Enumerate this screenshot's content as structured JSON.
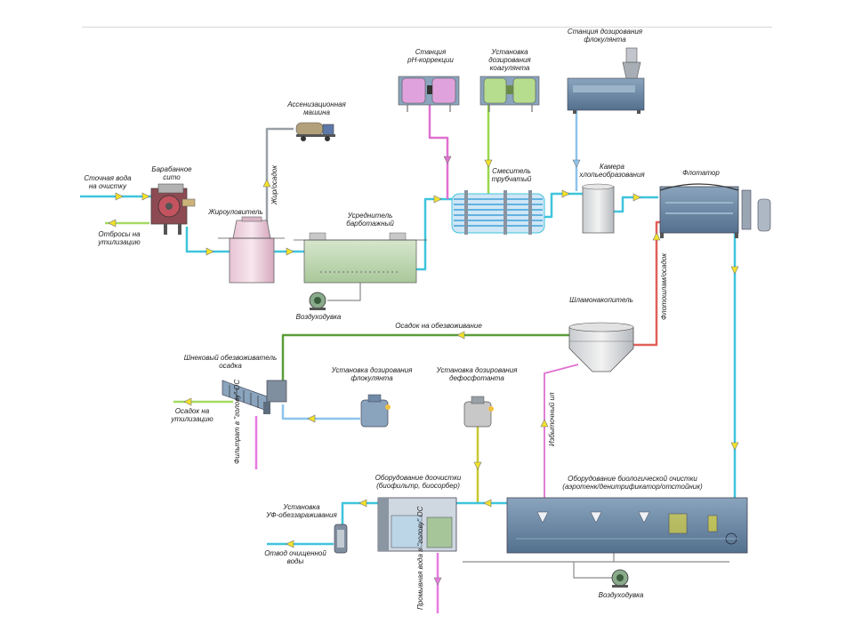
{
  "colors": {
    "water": "#3fc4dc",
    "waste_green": "#a6d964",
    "sludge_green": "#5a9e3a",
    "ph_pink": "#e070d0",
    "flocculant_blue": "#8ec4ec",
    "coagulant_green": "#9ad84e",
    "fat_gray": "#9aa0a8",
    "flotation_red": "#e0605a",
    "dephosphate_yellow": "#c8c830",
    "filtrate_pink": "#e77be0",
    "equipment_steel": "#6f8aa6"
  },
  "labels": {
    "wastewater_in": "Сточная вода\nна очистку",
    "drum_screen": "Барабанное\nсито",
    "waste_disposal": "Отбросы на\nутилизацию",
    "grease_trap": "Жироуловитель",
    "sewage_truck": "Ассенизационная\nмашина",
    "fat_sludge": "Жир/осадок",
    "equalizer": "Усреднитель\nбарботажный",
    "blower_top": "Воздуходувка",
    "ph_station": "Станция\npH-коррекции",
    "coagulant_unit": "Установка дозирования\nкоагулянта",
    "flocculant_station": "Станция дозирования\nфлокулянта",
    "tube_mixer": "Смеситель\nтрубчатый",
    "floc_chamber": "Камера\nхлопьеобразования",
    "flotator": "Флотатор",
    "flotation_sludge": "Флотошлам/осадок",
    "sludge_tank": "Шламонакопитель",
    "sludge_to_dewatering": "Осадок на обезвоживание",
    "screw_dewaterer": "Шнековый обезвоживатель\nосадка",
    "sludge_disposal": "Осадок на\nутилизацию",
    "filtrate": "Фильтрат\nв \"голову\" ОС",
    "flocculant_unit_bottom": "Установка дозирования\nфлокулянта",
    "dephosphate_unit": "Установка дозирования\nдефосфотанта",
    "excess_sludge": "Избыточный ил",
    "bio_treatment": "Оборудование биологической очистки\n(аэротенк/денитрификатор/отстойник)",
    "post_treatment": "Оборудование доочистки\n(биофильтр, биосорбер)",
    "uv_unit": "Установка\nУФ-обеззараживания",
    "treated_water": "Отвод очищенной\nводы",
    "wash_water": "Промывная вода\nв \"голову\" ОС",
    "blower_bottom": "Воздуходувка"
  }
}
